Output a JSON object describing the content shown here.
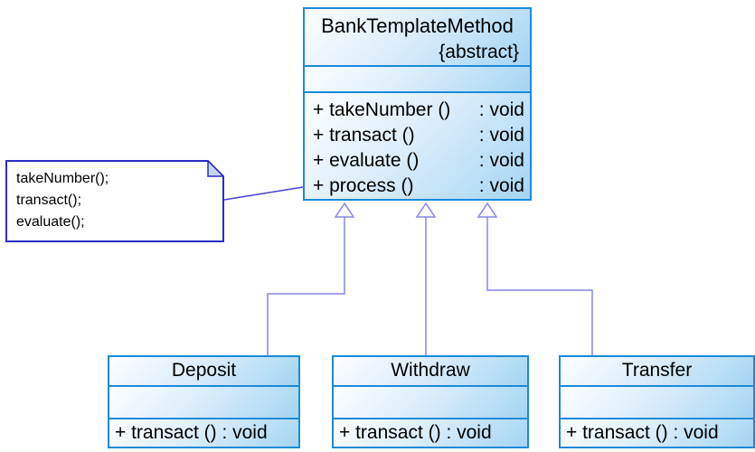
{
  "colors": {
    "class_border": "#1b8bd6",
    "fill_light": "#fdfeff",
    "fill_dark": "#a4d5f3",
    "note_border": "#2b2bc8",
    "note_fill": "#ffffff",
    "note_fold": "#c8d4f8",
    "note_connector": "#4444cc",
    "generalization": "#8585ee",
    "arrowhead_fill": "#ffffff"
  },
  "main_class": {
    "name": "BankTemplateMethod",
    "stereotype": "{abstract}",
    "methods": [
      {
        "left": "+ takeNumber ()",
        "right": ": void"
      },
      {
        "left": "+ transact ()",
        "right": ": void"
      },
      {
        "left": "+ evaluate ()",
        "right": ": void"
      },
      {
        "left": "+ process ()",
        "right": ": void"
      }
    ]
  },
  "note": {
    "lines": [
      "takeNumber();",
      "transact();",
      "evaluate();"
    ]
  },
  "subclasses": [
    {
      "name": "Deposit",
      "method": "+ transact () : void"
    },
    {
      "name": "Withdraw",
      "method": "+ transact () : void"
    },
    {
      "name": "Transfer",
      "method": "+ transact () : void"
    }
  ]
}
